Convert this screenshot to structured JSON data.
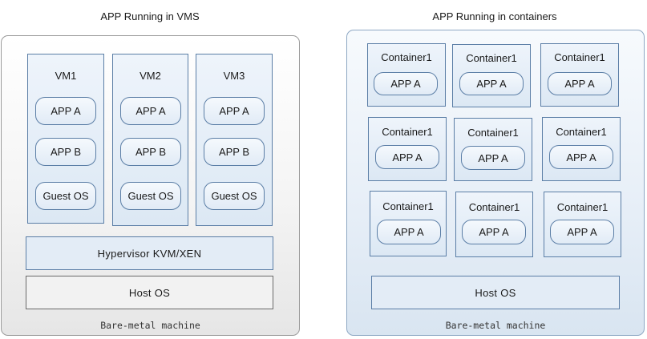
{
  "left": {
    "title": "APP Running in VMS",
    "vms": [
      {
        "label": "VM1",
        "app_a": "APP A",
        "app_b": "APP B",
        "guest_os": "Guest OS"
      },
      {
        "label": "VM2",
        "app_a": "APP A",
        "app_b": "APP B",
        "guest_os": "Guest OS"
      },
      {
        "label": "VM3",
        "app_a": "APP A",
        "app_b": "APP B",
        "guest_os": "Guest OS"
      }
    ],
    "hypervisor": "Hypervisor KVM/XEN",
    "host_os": "Host OS",
    "machine": "Bare-metal machine"
  },
  "right": {
    "title": "APP Running in containers",
    "containers": [
      {
        "label": "Container1",
        "app": "APP A"
      },
      {
        "label": "Container1",
        "app": "APP A"
      },
      {
        "label": "Container1",
        "app": "APP A"
      },
      {
        "label": "Container1",
        "app": "APP A"
      },
      {
        "label": "Container1",
        "app": "APP A"
      },
      {
        "label": "Container1",
        "app": "APP A"
      },
      {
        "label": "Container1",
        "app": "APP A"
      },
      {
        "label": "Container1",
        "app": "APP A"
      },
      {
        "label": "Container1",
        "app": "APP A"
      }
    ],
    "host_os": "Host OS",
    "machine": "Bare-metal machine"
  }
}
